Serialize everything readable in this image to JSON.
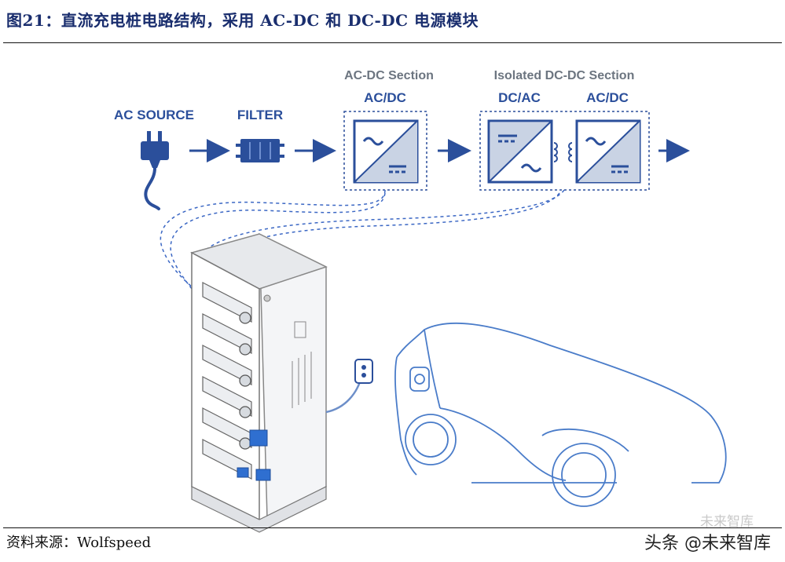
{
  "header": {
    "title": "图21：直流充电桩电路结构，采用 AC-DC 和 DC-DC 电源模块"
  },
  "diagram": {
    "labels": {
      "ac_source": "AC SOURCE",
      "filter": "FILTER",
      "acdc_section": "AC-DC Section",
      "acdc_module": "AC/DC",
      "dcdc_section": "Isolated DC-DC Section",
      "dcac_module": "DC/AC",
      "acdc_module_2": "AC/DC"
    },
    "colors": {
      "primary_blue": "#2b4f9b",
      "accent_blue": "#2f6fd0",
      "section_grey": "#6c7580",
      "module_fill": "#c9d3e4",
      "car_outline": "#4a7cc9"
    }
  },
  "footer": {
    "source": "资料来源：Wolfspeed",
    "watermark": "头条 @未来智库",
    "watermark_overlay": "未来智库"
  }
}
